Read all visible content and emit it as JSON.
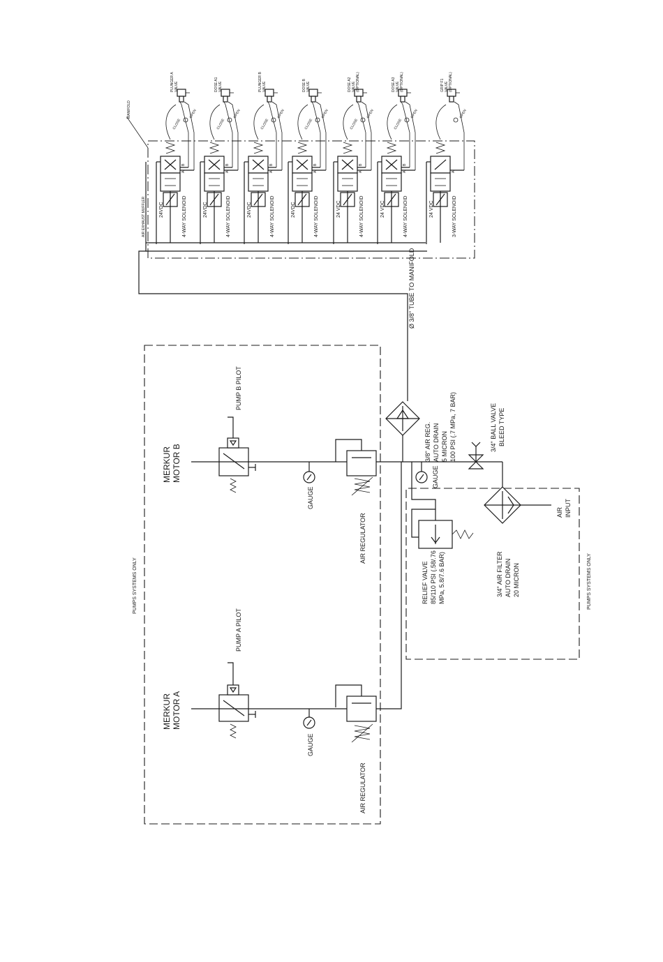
{
  "labels": {
    "manifold": "MANIFOLD",
    "air_exhaust_muffler": "AIR EXHAUST MUFFLER",
    "tube_to_manifold": "Ø 3/8\" TUBE TO MANIFOLD",
    "air_reg_main": [
      "3/8\" AIR REG.",
      "AUTO DRAIN",
      "5 MICRON",
      "100 PSI (.7 MPa, 7 BAR)"
    ],
    "ball_valve": [
      "3/4\" BALL VALVE",
      "BLEED TYPE"
    ],
    "gauge": "GAUGE",
    "air_input": [
      "AIR",
      "INPUT"
    ],
    "relief_valve": [
      "RELIEF VALVE",
      "85/110 PSI (.58/.76",
      "MPa, 5.8/7.6 BAR)"
    ],
    "air_filter": [
      "3/4\" AIR FILTER",
      "AUTO DRAIN",
      "20 MICRON"
    ],
    "pumps_systems_only": "PUMPS SYSTEMS ONLY",
    "pump_b_pilot": "PUMP B PILOT",
    "pump_a_pilot": "PUMP A PILOT",
    "motor_b": [
      "MERKUR",
      "MOTOR B"
    ],
    "motor_a": [
      "MERKUR",
      "MOTOR A"
    ],
    "air_regulator": "AIR REGULATOR"
  },
  "solenoids": [
    {
      "voltage": "24VDC",
      "type": "4-WAY SOLENOID",
      "valve": [
        "PLUNGER A",
        "VALVE"
      ],
      "ports": [
        "CLOSE",
        "OPEN"
      ]
    },
    {
      "voltage": "24VDC",
      "type": "4-WAY SOLENOID",
      "valve": [
        "DOSE A1",
        "VALVE"
      ],
      "ports": [
        "CLOSE",
        "OPEN"
      ]
    },
    {
      "voltage": "24VDC",
      "type": "4-WAY SOLENOID",
      "valve": [
        "PLUNGER B",
        "VALVE"
      ],
      "ports": [
        "CLOSE",
        "OPEN"
      ]
    },
    {
      "voltage": "24VDC",
      "type": "4-WAY SOLENOID",
      "valve": [
        "DOSE B",
        "VALVE"
      ],
      "ports": [
        "CLOSE",
        "OPEN"
      ]
    },
    {
      "voltage": "24 VDC",
      "type": "4-WAY SOLENOID",
      "valve": [
        "DOSE A2",
        "VALVE",
        "(OPTIONAL)"
      ],
      "ports": [
        "CLOSE",
        "OPEN"
      ]
    },
    {
      "voltage": "24 VDC",
      "type": "4-WAY SOLENOID",
      "valve": [
        "DOSE A3",
        "VALVE",
        "(OPTIONAL)"
      ],
      "ports": [
        "CLOSE",
        "OPEN"
      ]
    },
    {
      "voltage": "24 VDC",
      "type": "3-WAY SOLENOID",
      "valve": [
        "GRIP F1",
        "VALVE",
        "(OPTIONAL)"
      ],
      "ports": [
        "",
        "OPEN"
      ]
    }
  ],
  "port_letters": {
    "a": "A",
    "b": "B"
  }
}
